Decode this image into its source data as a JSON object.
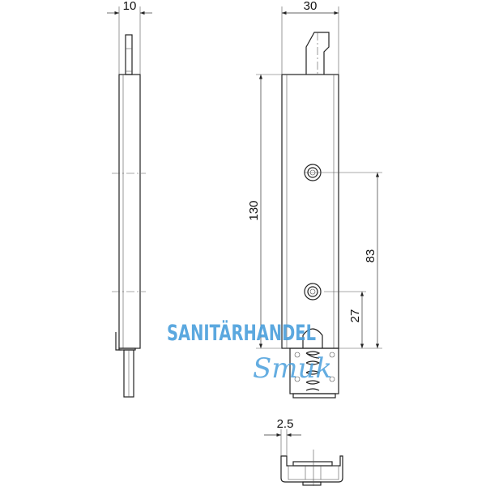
{
  "dimensions": {
    "side_width": "10",
    "front_width": "30",
    "height": "130",
    "screw_spacing": "83",
    "bottom_offset": "27",
    "bottom_lip": "2.5"
  },
  "watermark": {
    "line1": "SANITÄRHANDEL",
    "line2": "Smuk"
  },
  "colors": {
    "lines": "#222222",
    "watermark": "#4a9fdc"
  }
}
